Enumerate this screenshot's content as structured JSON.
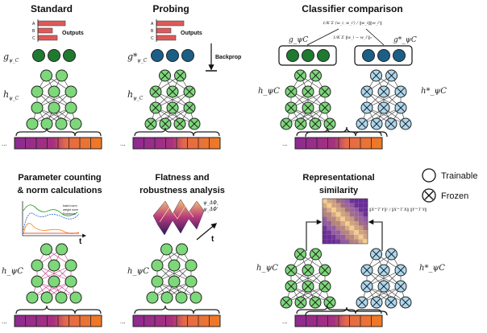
{
  "panels": {
    "standard": {
      "title": "Standard",
      "outputs_label": "Outputs",
      "bar_labels": [
        "A",
        "B",
        "C"
      ],
      "head_symbol": "g",
      "head_sub": "ψ_C",
      "body_symbol": "h",
      "body_sub": "ψ_C"
    },
    "probing": {
      "title": "Probing",
      "outputs_label": "Outputs",
      "bar_labels": [
        "A",
        "B",
        "C"
      ],
      "backprop_label": "Backprop",
      "head_symbol": "g*",
      "head_sub": "ψ_C",
      "body_symbol": "h",
      "body_sub": "ψ_C"
    },
    "classifier": {
      "title": "Classifier comparison",
      "formula_line1": "1/K Σ ⟨w_i, w_i'⟩ / ‖w_i‖‖w_i'‖",
      "formula_line2": "1/K Σ ‖w_i − w_i'‖₂",
      "left_head": "g_ψC",
      "right_head": "g*_ψC",
      "left_body": "h_ψC",
      "right_body": "h*_ψC"
    },
    "param": {
      "title_line1": "Parameter counting",
      "title_line2": "& norm calculations",
      "axis_t": "t",
      "legend": [
        "batch norm",
        "weight norm",
        "Frobenius"
      ],
      "body": "h_ψC"
    },
    "flatness": {
      "title_line1": "Flatness and",
      "title_line2": "robustness analysis",
      "param_line1": "ψ_ΔΦ,",
      "param_line2": "ψ_ΔΦ'",
      "axis_t": "t",
      "body": "h_ψC"
    },
    "repr": {
      "title_line1": "Representational",
      "title_line2": "similarity",
      "formula": "‖X^T Y‖² / ‖X^T X‖ ‖Y^T Y‖",
      "left_body": "h_ψC",
      "right_body": "h*_ψC"
    }
  },
  "legend": {
    "trainable": "Trainable",
    "frozen": "Frozen"
  },
  "seq_dots": "...",
  "colors": {
    "green": "#7dd87a",
    "dark_green": "#1f7a30",
    "blue": "#add8ef",
    "dark_blue": "#1b5f86",
    "purple": "#9c2a8c",
    "orange": "#ee7f2c",
    "bar_red": "#e05858"
  }
}
